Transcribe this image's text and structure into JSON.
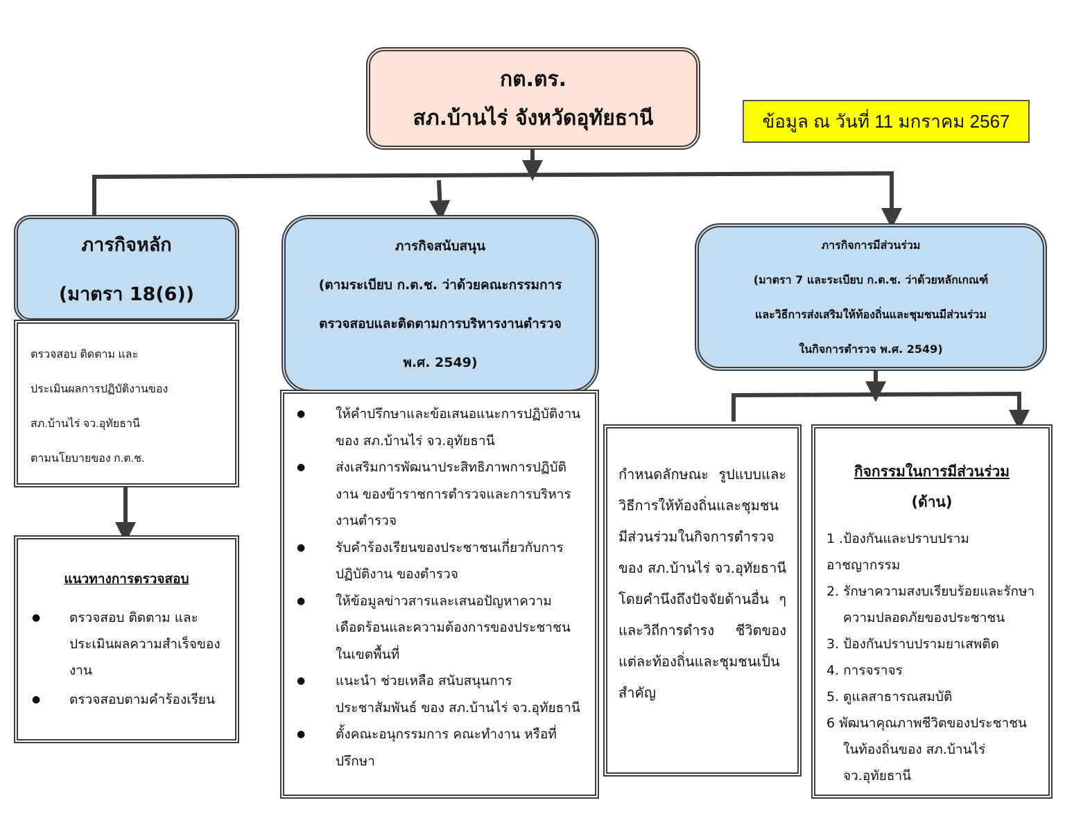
{
  "root": {
    "line1": "กต.ตร.",
    "line2": "สภ.บ้านไร่ จังหวัดอุทัยธานี"
  },
  "date_note": "ข้อมูล ณ วันที่ 11  มกราคม 2567",
  "main_mission": {
    "title": "ภารกิจหลัก",
    "section": "(มาตรา 18(6))",
    "lines": [
      "ตรวจสอบ ติดตาม และ",
      "ประเมินผลการปฏิบัติงานของ",
      "สภ.บ้านไร่ จว.อุทัยธานี",
      "ตามนโยบายของ ก.ต.ช."
    ]
  },
  "inspection_guide": {
    "title": "แนวทางการตรวจสอบ",
    "items": [
      "ตรวจสอบ ติดตาม และประเมินผลความสำเร็จของงาน",
      "ตรวจสอบตามคำร้องเรียน"
    ]
  },
  "support_mission": {
    "lines": [
      "ภารกิจสนับสนุน",
      "(ตามระเบียบ ก.ต.ช. ว่าด้วยคณะกรรมการ",
      "ตรวจสอบและติดตามการบริหารงานตำรวจ",
      "พ.ศ. 2549)"
    ],
    "items": [
      "ให้คำปรึกษาและข้อเสนอแนะการปฏิบัติงาน ของ สภ.บ้านไร่ จว.อุทัยธานี",
      "ส่งเสริมการพัฒนาประสิทธิภาพการปฏิบัติงาน ของข้าราชการตำรวจและการบริหารงานตำรวจ",
      "รับคำร้องเรียนของประชาชนเกี่ยวกับการปฏิบัติงาน ของตำรวจ",
      "ให้ข้อมูลข่าวสารและเสนอปัญหาความเดือดร้อนและความต้องการของประชาชนในเขตพื้นที่",
      "แนะนำ ช่วยเหลือ สนับสนุนการประชาสัมพันธ์ ของ สภ.บ้านไร่ จว.อุทัยธานี",
      "ตั้งคณะอนุกรรมการ คณะทำงาน หรือที่ปรึกษา"
    ]
  },
  "participation_mission": {
    "lines": [
      "ภารกิจการมีส่วนร่วม",
      "(มาตรา 7 และระเบียบ ก.ต.ช. ว่าด้วยหลักเกณฑ์",
      "และวิธีการส่งเสริมให้ท้องถิ่นและชุมชนมีส่วนร่วม",
      "ในกิจการตำรวจ พ.ศ. 2549)"
    ]
  },
  "participation_method": "กำหนดลักษณะ รูปแบบและวิธีการให้ท้องถิ่นและชุมชนมีส่วนร่วมในกิจการตำรวจของ สภ.บ้านไร่ จว.อุทัยธานี โดยคำนึงถึงปัจจัยด้านอื่น ๆ และวิถีการดำรง ชีวิตของแต่ละท้องถิ่นและชุมชนเป็นสำคัญ",
  "participation_activities": {
    "title": "กิจกรรมในการมีส่วนร่วม",
    "subtitle": "(ด้าน)",
    "lines": [
      "1 .ป้องกันและปราบปราม",
      "อาชญากรรม",
      "2. รักษาความสงบเรียบร้อยและรักษา",
      "ความปลอดภัยของประชาชน",
      "3. ป้องกันปราบปรามยาเสพติด",
      "4. การจราจร",
      "5. ดูแลสาธารณสมบัติ",
      "6 พัฒนาคุณภาพชีวิตของประชาชน",
      "ในท้องถิ่นของ สภ.บ้านไร่",
      "จว.อุทัยธานี"
    ]
  }
}
